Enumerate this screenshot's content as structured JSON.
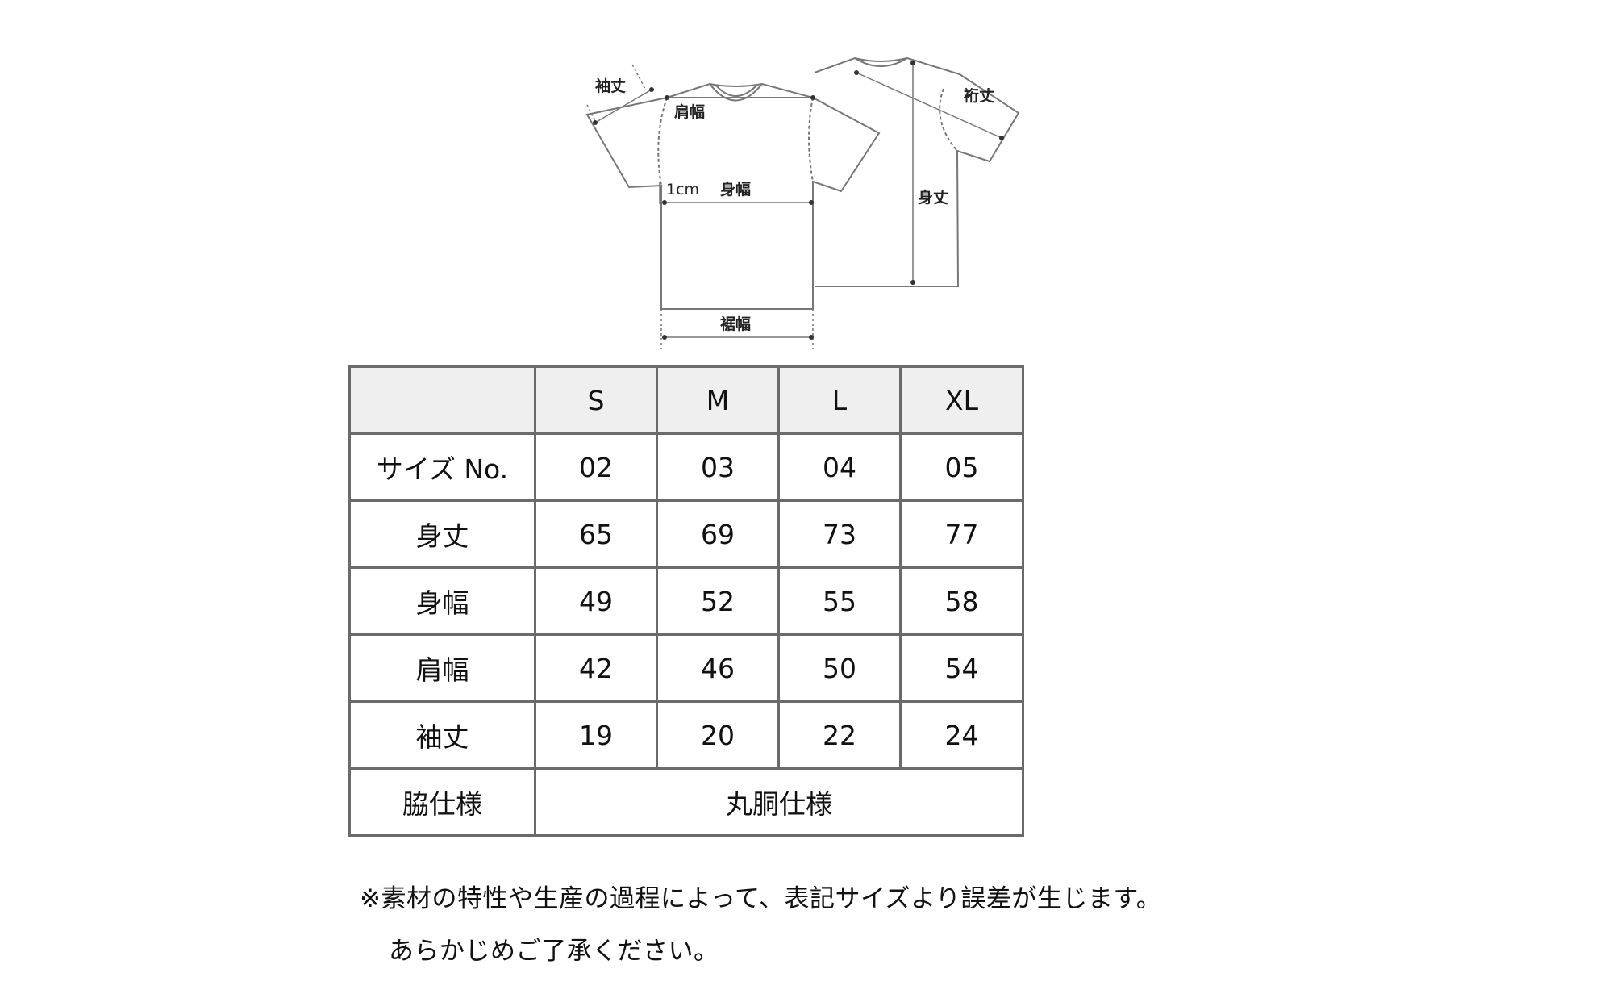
{
  "diagram": {
    "labels": {
      "sleeve_length": "袖丈",
      "shoulder_width": "肩幅",
      "one_cm": "1cm",
      "body_width": "身幅",
      "hem_width": "裾幅",
      "yuki_length": "裄丈",
      "body_length": "身丈"
    },
    "line_color": "#777777"
  },
  "table": {
    "header": {
      "corner": "",
      "sizes": [
        "S",
        "M",
        "L",
        "XL"
      ]
    },
    "rows": [
      {
        "label": "サイズ No.",
        "values": [
          "02",
          "03",
          "04",
          "05"
        ]
      },
      {
        "label": "身丈",
        "values": [
          "65",
          "69",
          "73",
          "77"
        ]
      },
      {
        "label": "身幅",
        "values": [
          "49",
          "52",
          "55",
          "58"
        ]
      },
      {
        "label": "肩幅",
        "values": [
          "42",
          "46",
          "50",
          "54"
        ]
      },
      {
        "label": "袖丈",
        "values": [
          "19",
          "20",
          "22",
          "24"
        ]
      }
    ],
    "side_spec": {
      "label": "脇仕様",
      "value": "丸胴仕様"
    },
    "header_bg": "#efefef",
    "border_color": "#6a6a6a"
  },
  "note": {
    "line1": "※素材の特性や生産の過程によって、表記サイズより誤差が生じます。",
    "line2": "あらかじめご了承ください。"
  }
}
